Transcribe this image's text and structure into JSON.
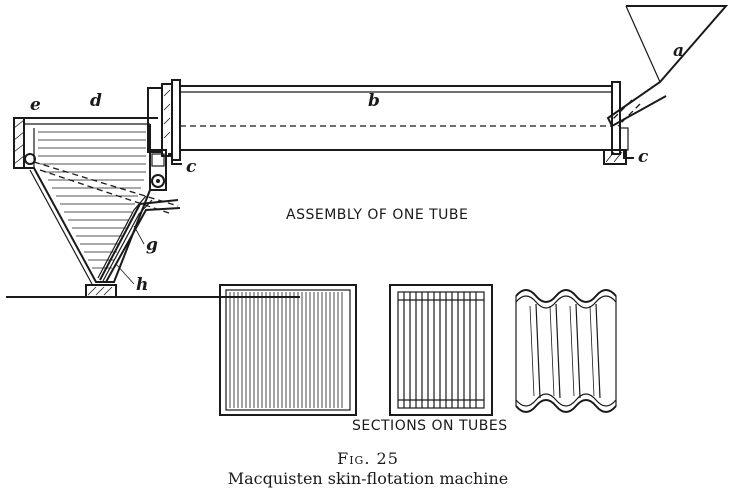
{
  "labels": {
    "a": "a",
    "b": "b",
    "c_left": "c",
    "c_right": "c",
    "d": "d",
    "e": "e",
    "g": "g",
    "h": "h"
  },
  "assembly_title": "ASSEMBLY OF ONE TUBE",
  "sections_title": "SECTIONS ON TUBES",
  "figure": {
    "number": "Fig. 25",
    "caption": "Macquisten skin-flotation machine"
  }
}
